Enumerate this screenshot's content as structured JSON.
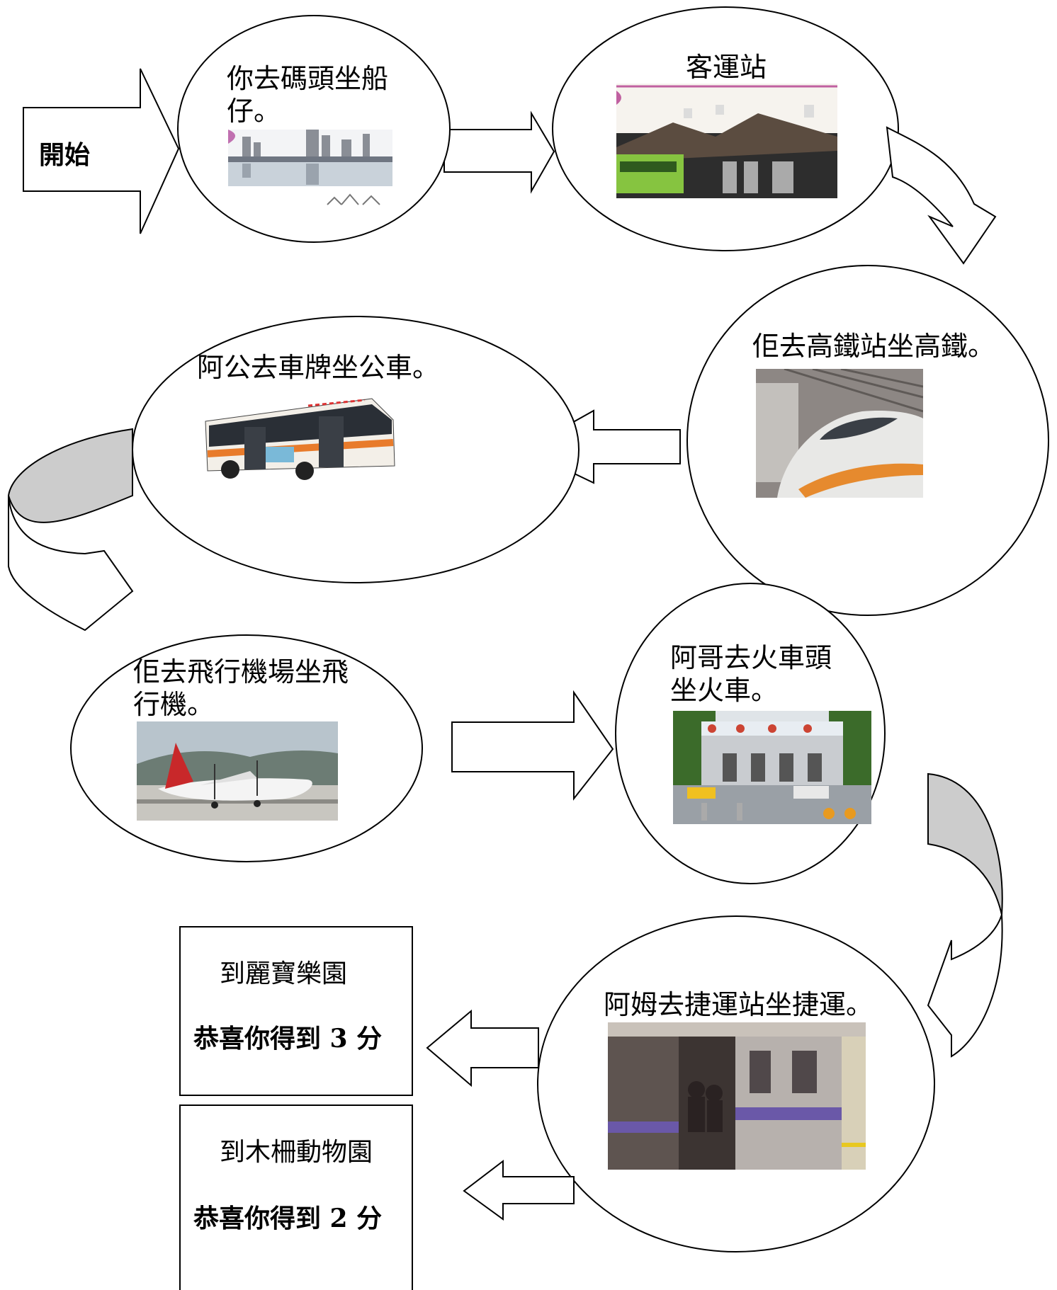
{
  "start": {
    "label": "開始"
  },
  "nodes": {
    "boat": {
      "text": "你去碼頭坐船仔。",
      "image": "riverside-pier-photo"
    },
    "bus_station": {
      "text": "客運站",
      "image": "bus-station-photo"
    },
    "hsr": {
      "text": "佢去高鐵站坐高鐵。",
      "image": "high-speed-train-photo"
    },
    "bus": {
      "text": "阿公去車牌坐公車。",
      "image": "city-bus-photo"
    },
    "plane": {
      "text": "佢去飛行機場坐飛行機。",
      "image": "airplane-photo"
    },
    "train": {
      "text": "阿哥去火車頭坐火車。",
      "image": "train-station-photo"
    },
    "mrt": {
      "text": "阿姆去捷運站坐捷運。",
      "image": "mrt-train-photo"
    }
  },
  "outcomes": [
    {
      "destination": "到麗寶樂園",
      "score": "恭喜你得到 3 分"
    },
    {
      "destination": "到木柵動物園",
      "score": "恭喜你得到 2 分"
    }
  ],
  "colors": {
    "stroke": "#000000",
    "ribbon_shade": "#cccccc",
    "background": "#ffffff"
  }
}
